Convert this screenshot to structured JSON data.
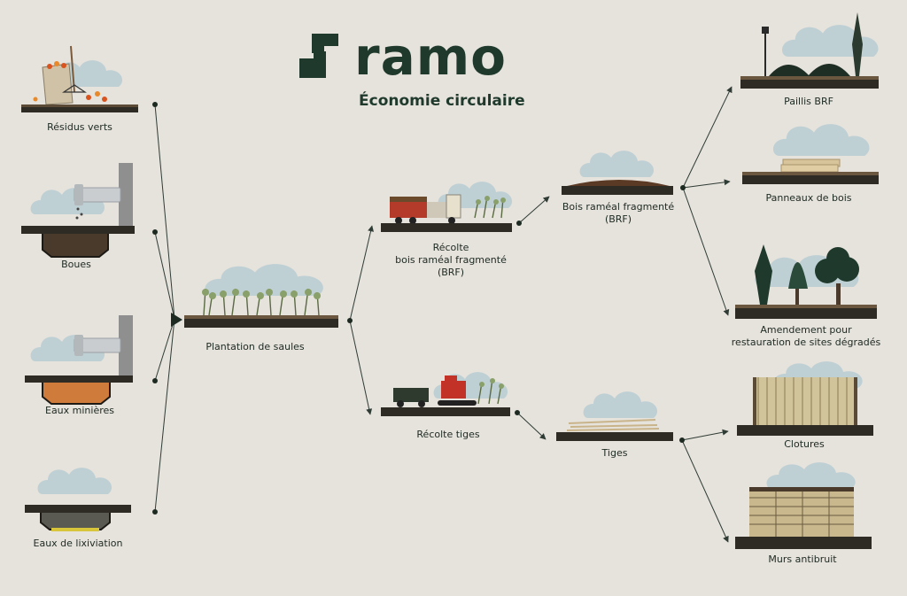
{
  "brand": {
    "name": "ramo",
    "subtitle": "Économie circulaire"
  },
  "colors": {
    "background": "#e6e2dc",
    "primary": "#1f3a2c",
    "soil": "#2e2a24",
    "cloud": "#b7ccd3"
  },
  "nodes": {
    "residus": {
      "label": "Résidus verts",
      "icon": "leaf-bag-rake-icon"
    },
    "boues": {
      "label": "Boues",
      "icon": "pipe-sludge-pit-icon"
    },
    "minieres": {
      "label": "Eaux minières",
      "icon": "pipe-mine-water-pit-icon"
    },
    "lixiviation": {
      "label": "Eaux de lixiviation",
      "icon": "leachate-pit-icon"
    },
    "plantation": {
      "label": "Plantation de saules",
      "icon": "willow-rows-icon"
    },
    "recolte_brf": {
      "label_1": "Récolte",
      "label_2": "bois raméal fragmenté",
      "label_3": "(BRF)",
      "icon": "chipper-truck-icon"
    },
    "recolte_tiges": {
      "label": "Récolte tiges",
      "icon": "tractor-harvester-icon"
    },
    "brf": {
      "label_1": "Bois raméal fragmenté",
      "label_2": "(BRF)",
      "icon": "wood-chips-pile-icon"
    },
    "tiges": {
      "label": "Tiges",
      "icon": "stem-bundle-icon"
    },
    "paillis": {
      "label": "Paillis BRF",
      "icon": "mulch-lamp-icon"
    },
    "panneaux": {
      "label": "Panneaux de bois",
      "icon": "wood-panels-icon"
    },
    "amendement": {
      "label_1": "Amendement pour",
      "label_2": "restauration de sites dégradés",
      "icon": "trees-restoration-icon"
    },
    "clotures": {
      "label": "Clotures",
      "icon": "willow-fence-icon"
    },
    "murs": {
      "label": "Murs antibruit",
      "icon": "noise-wall-icon"
    }
  }
}
